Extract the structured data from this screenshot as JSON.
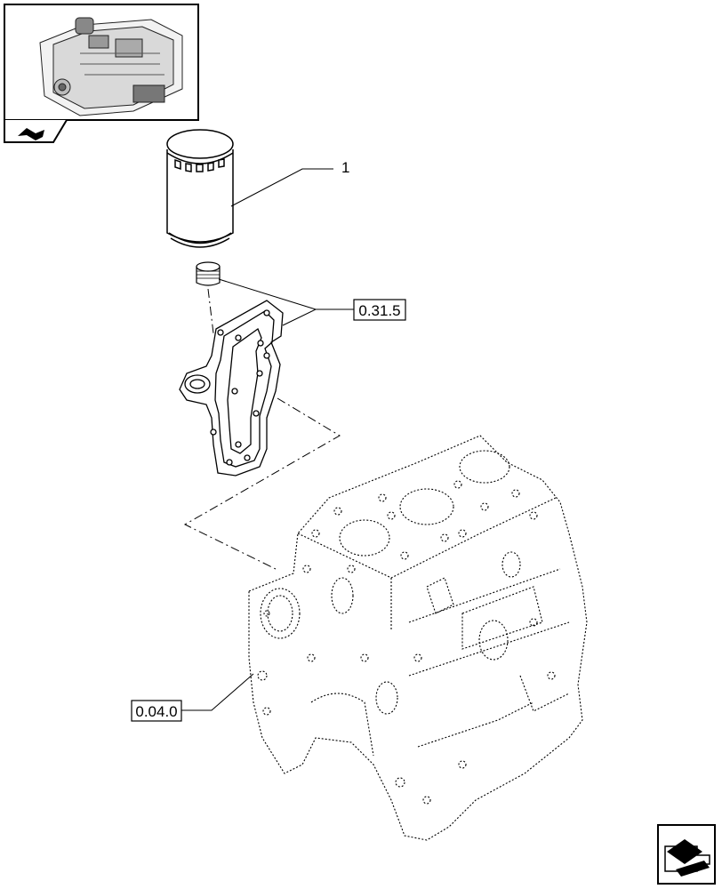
{
  "diagram": {
    "callouts": [
      {
        "id": "item-1",
        "label": "1"
      },
      {
        "id": "ref-0315",
        "label": "0.31.5"
      },
      {
        "id": "ref-0040",
        "label": "0.04.0"
      }
    ],
    "icons": {
      "thumbnail": "engine-thumbnail-icon",
      "thumbnail_tab": "book-arrow-icon",
      "nav": "next-page-arrow-icon"
    }
  }
}
